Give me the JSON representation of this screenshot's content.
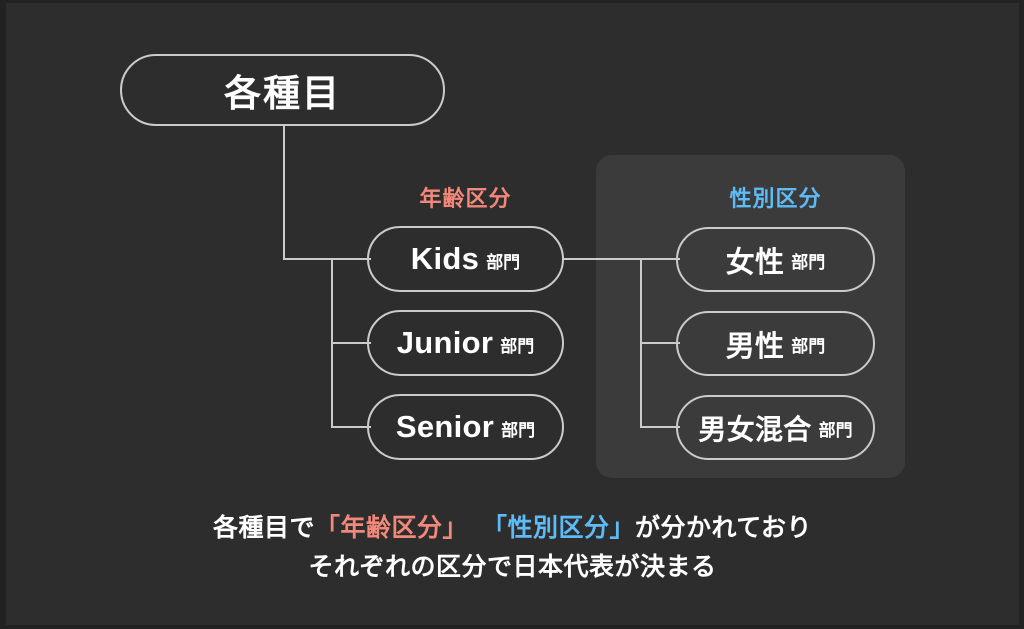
{
  "theme": {
    "background": "#2d2d2d",
    "panel_background": "#3b3b3b",
    "border_frame": "#222222",
    "line_color": "#c9cbcd",
    "text_color": "#ffffff",
    "age_accent": "#f1887a",
    "gender_accent": "#5dbcf7"
  },
  "diagram": {
    "root": {
      "label": "各種目"
    },
    "age_group": {
      "title": "年齢区分",
      "nodes": [
        {
          "main": "Kids",
          "sub": "部門"
        },
        {
          "main": "Junior",
          "sub": "部門"
        },
        {
          "main": "Senior",
          "sub": "部門"
        }
      ]
    },
    "gender_group": {
      "title": "性別区分",
      "nodes": [
        {
          "main": "女性",
          "sub": "部門"
        },
        {
          "main": "男性",
          "sub": "部門"
        },
        {
          "main": "男女混合",
          "sub": "部門"
        }
      ]
    }
  },
  "caption": {
    "line1_part1": "各種目で",
    "line1_age": "「年齢区分」",
    "line1_gender": "「性別区分」",
    "line1_part2": "が分かれており",
    "line2": "それぞれの区分で日本代表が決まる"
  }
}
